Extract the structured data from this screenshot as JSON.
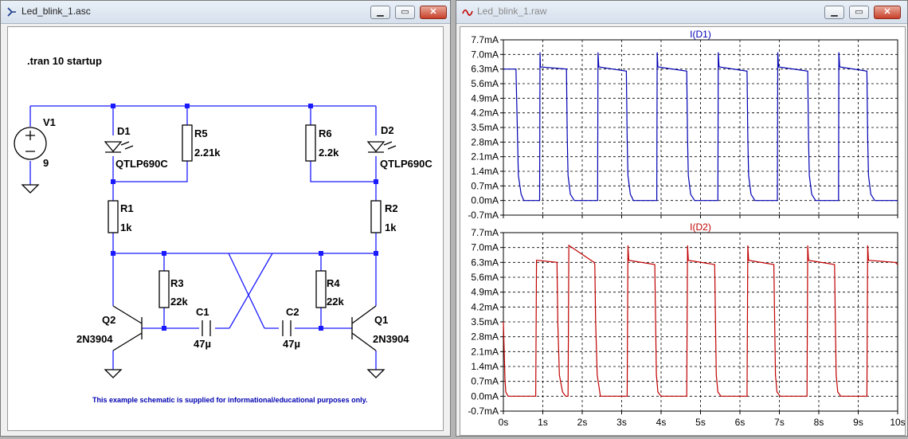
{
  "schematic_window": {
    "title": "Led_blink_1.asc",
    "buttons": {
      "minimize": "▁",
      "maximize": "▭",
      "close": "✕"
    },
    "directive": ".tran 10 startup",
    "footer_note": "This example schematic is supplied for informational/educational purposes only.",
    "components": {
      "V1": {
        "ref": "V1",
        "value": "9"
      },
      "D1": {
        "ref": "D1",
        "value": "QTLP690C"
      },
      "D2": {
        "ref": "D2",
        "value": "QTLP690C"
      },
      "R5": {
        "ref": "R5",
        "value": "2.21k"
      },
      "R6": {
        "ref": "R6",
        "value": "2.2k"
      },
      "R1": {
        "ref": "R1",
        "value": "1k"
      },
      "R2": {
        "ref": "R2",
        "value": "1k"
      },
      "R3": {
        "ref": "R3",
        "value": "22k"
      },
      "R4": {
        "ref": "R4",
        "value": "22k"
      },
      "C1": {
        "ref": "C1",
        "value": "47µ"
      },
      "C2": {
        "ref": "C2",
        "value": "47µ"
      },
      "Q1": {
        "ref": "Q1",
        "value": "2N3904"
      },
      "Q2": {
        "ref": "Q2",
        "value": "2N3904"
      }
    },
    "colors": {
      "wire": "#1a1aff",
      "component": "#000000",
      "junction": "#1a1aff",
      "note": "#0000b0"
    }
  },
  "waveform_window": {
    "title": "Led_blink_1.raw",
    "buttons": {
      "minimize": "▁",
      "maximize": "▭",
      "close": "✕"
    }
  },
  "chart_data": [
    {
      "type": "line",
      "title": "I(D1)",
      "x_ticks": [
        "0s",
        "1s",
        "2s",
        "3s",
        "4s",
        "5s",
        "6s",
        "7s",
        "8s",
        "9s",
        "10s"
      ],
      "y_ticks": [
        "7.7mA",
        "7.0mA",
        "6.3mA",
        "5.6mA",
        "4.9mA",
        "4.2mA",
        "3.5mA",
        "2.8mA",
        "2.1mA",
        "1.4mA",
        "0.7mA",
        "0.0mA",
        "-0.7mA"
      ],
      "xlim": [
        0,
        10
      ],
      "ylim": [
        -0.7,
        7.7
      ],
      "color": "#0000b4",
      "series": [
        {
          "x": [
            0,
            0.32,
            0.36,
            0.38,
            0.45,
            0.52,
            0.92,
            0.93,
            0.94,
            1.6,
            1.62,
            1.64,
            1.7,
            1.8,
            2.39,
            2.4,
            2.42,
            3.12,
            3.14,
            3.16,
            3.22,
            3.3,
            3.89,
            3.9,
            3.92,
            4.65,
            4.67,
            4.69,
            4.75,
            4.85,
            5.44,
            5.45,
            5.47,
            6.18,
            6.2,
            6.22,
            6.28,
            6.38,
            6.95,
            6.96,
            6.98,
            7.72,
            7.74,
            7.76,
            7.82,
            7.92,
            8.5,
            8.51,
            8.53,
            9.22,
            9.24,
            9.26,
            9.32,
            9.42,
            10
          ],
          "y": [
            6.3,
            6.3,
            3,
            1.2,
            0.3,
            0,
            0,
            7.1,
            6.4,
            6.3,
            3,
            1.2,
            0.3,
            0,
            0,
            7.1,
            6.4,
            6.2,
            3,
            1.2,
            0.3,
            0,
            0,
            7.1,
            6.4,
            6.2,
            3,
            1.2,
            0.3,
            0,
            0,
            7.1,
            6.4,
            6.2,
            3,
            1.2,
            0.3,
            0,
            0,
            7.1,
            6.4,
            6.2,
            3,
            1.2,
            0.3,
            0,
            0,
            7.1,
            6.4,
            6.2,
            3,
            1.2,
            0.3,
            0,
            0
          ]
        }
      ]
    },
    {
      "type": "line",
      "title": "I(D2)",
      "x_ticks": [
        "0s",
        "1s",
        "2s",
        "3s",
        "4s",
        "5s",
        "6s",
        "7s",
        "8s",
        "9s",
        "10s"
      ],
      "y_ticks": [
        "7.7mA",
        "7.0mA",
        "6.3mA",
        "5.6mA",
        "4.9mA",
        "4.2mA",
        "3.5mA",
        "2.8mA",
        "2.1mA",
        "1.4mA",
        "0.7mA",
        "0.0mA",
        "-0.7mA"
      ],
      "xlim": [
        0,
        10
      ],
      "ylim": [
        -0.7,
        7.7
      ],
      "color": "#c00000",
      "series": [
        {
          "x": [
            0,
            0.04,
            0.06,
            0.12,
            0.2,
            0.82,
            0.84,
            0.86,
            1.36,
            1.38,
            1.42,
            1.5,
            1.58,
            1.64,
            1.66,
            2.3,
            2.32,
            2.34,
            2.38,
            2.46,
            3.14,
            3.16,
            3.18,
            3.84,
            3.86,
            3.88,
            3.92,
            4.0,
            4.65,
            4.67,
            4.69,
            5.36,
            5.38,
            5.4,
            5.44,
            5.52,
            6.18,
            6.2,
            6.22,
            6.86,
            6.88,
            6.9,
            6.94,
            7.02,
            7.7,
            7.72,
            7.74,
            8.4,
            8.42,
            8.44,
            8.48,
            8.56,
            9.22,
            9.24,
            9.26,
            9.94,
            10
          ],
          "y": [
            3.5,
            0.8,
            0.2,
            0,
            0,
            0,
            6.4,
            6.4,
            6.3,
            3.5,
            1.0,
            0.2,
            0,
            0,
            7.1,
            6.3,
            6.2,
            3.5,
            1.0,
            0,
            0,
            7.1,
            6.4,
            6.2,
            3.5,
            1.0,
            0.2,
            0,
            0,
            7.1,
            6.4,
            6.2,
            3.5,
            1.0,
            0.2,
            0,
            0,
            7.1,
            6.4,
            6.2,
            3.5,
            1.0,
            0.2,
            0,
            0,
            7.1,
            6.4,
            6.2,
            3.5,
            1.0,
            0.2,
            0,
            0,
            7.1,
            6.4,
            6.3,
            6.2
          ]
        }
      ]
    }
  ]
}
